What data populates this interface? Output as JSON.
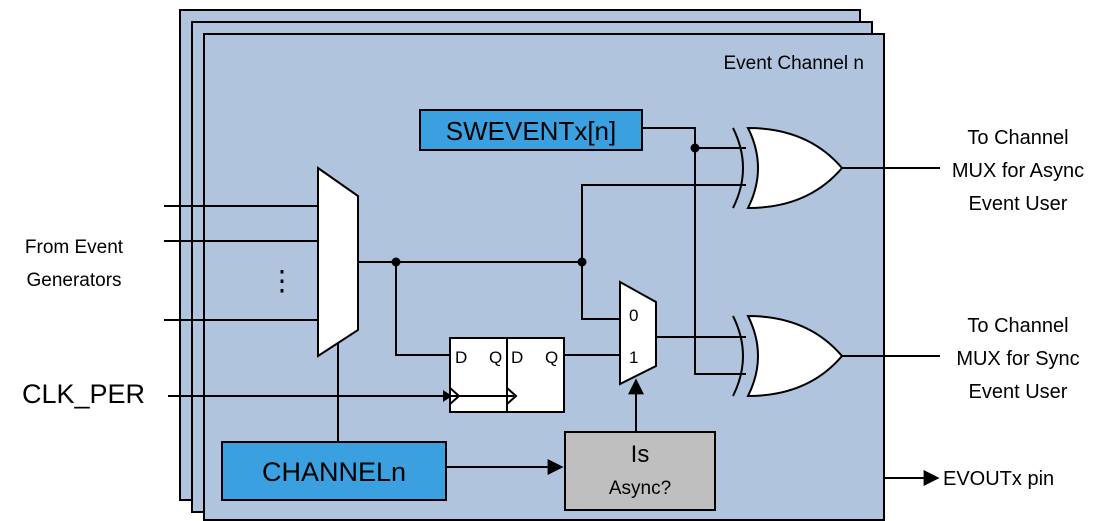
{
  "diagram": {
    "title": "Event Channel n",
    "inputs_label_line1": "From Event",
    "inputs_label_line2": "Generators",
    "ellipsis": "⋮",
    "clock_label": "CLK_PER",
    "swevent_label": "SWEVENTx[n]",
    "channel_label": "CHANNELn",
    "is_async_line1": "Is",
    "is_async_line2": "Async?",
    "ff1_d": "D",
    "ff1_q": "Q",
    "ff2_d": "D",
    "ff2_q": "Q",
    "mux_in0": "0",
    "mux_in1": "1",
    "out_async_line1": "To Channel",
    "out_async_line2": "MUX for Async",
    "out_async_line3": "Event User",
    "out_sync_line1": "To Channel",
    "out_sync_line2": "MUX for Sync",
    "out_sync_line3": "Event User",
    "evout_label": "EVOUTx pin",
    "colors": {
      "panel": "#b0c4de",
      "blue_box": "#3aa0e0",
      "gray_box": "#bfbfbf"
    }
  }
}
